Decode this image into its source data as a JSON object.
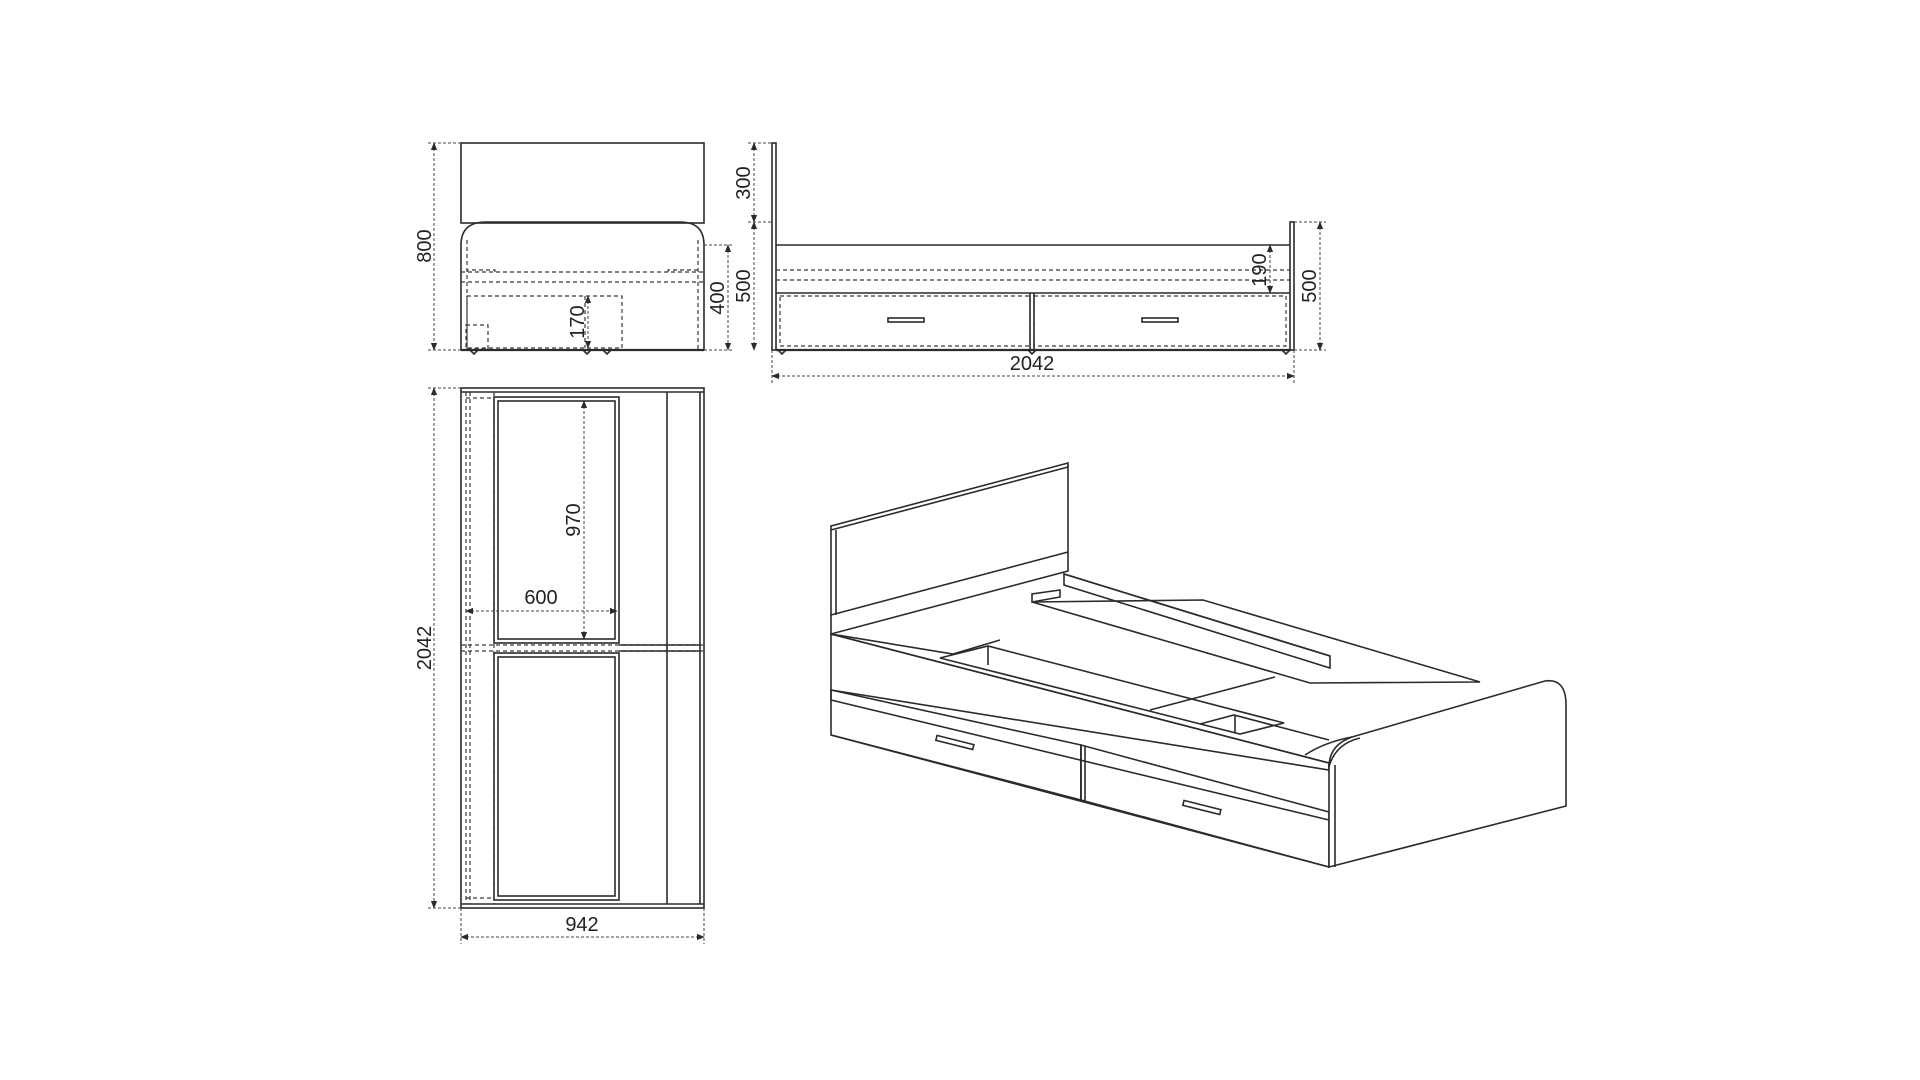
{
  "dimensions": {
    "head_height": "800",
    "head_panel": "300",
    "side_height_left": "500",
    "drawer_zone": "400",
    "drawer_height": "170",
    "rail_height": "190",
    "foot_height": "500",
    "length_side": "2042",
    "length_top": "2042",
    "inner_length": "970",
    "inner_width": "600",
    "width_top": "942"
  },
  "colors": {
    "line": "#2b2b2b",
    "background": "#ffffff"
  }
}
